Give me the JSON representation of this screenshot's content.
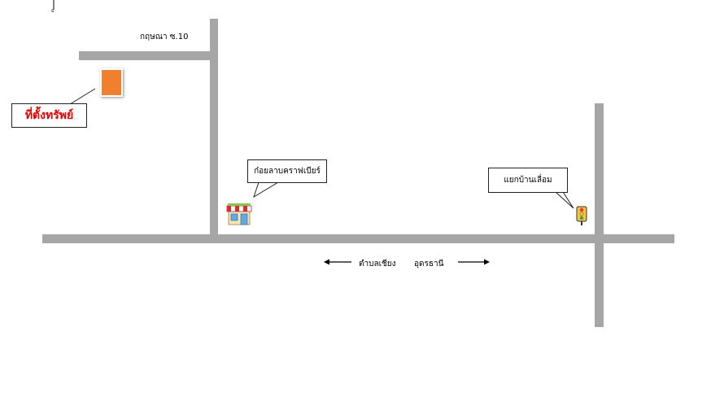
{
  "north_marker": {
    "letter": "s",
    "icon": "north-arrow-icon"
  },
  "roads": {
    "soi_label": "กฤษณา ซ.10"
  },
  "property": {
    "label": "ที่ตั้งทรัพย์",
    "marker_color": "#f07f2e",
    "label_color": "#e60000",
    "icon": "property-marker-icon"
  },
  "landmarks": {
    "shop": {
      "label": "ก๋อยลาบคราฟเบียร์",
      "icon": "shop-icon"
    },
    "intersection": {
      "label": "แยกบ้านเลื่อม",
      "icon": "traffic-light-icon"
    }
  },
  "directions": {
    "left": "ตำบลเชียง",
    "right": "อุดรธานี"
  },
  "colors": {
    "road": "#a6a6a6",
    "background": "#ffffff"
  }
}
